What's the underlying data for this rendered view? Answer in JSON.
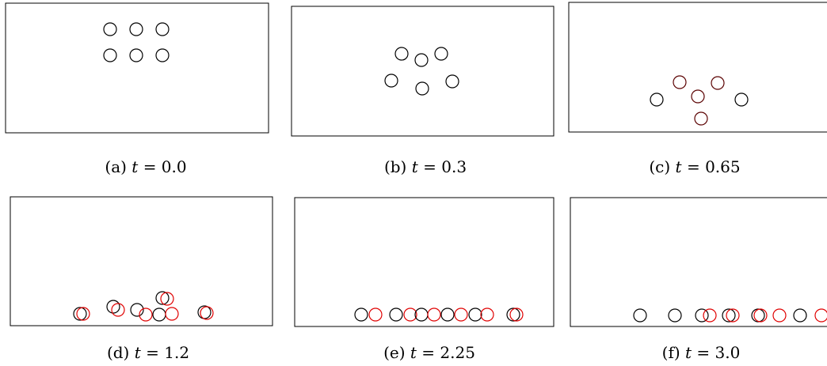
{
  "figure": {
    "panels": [
      {
        "id": "a",
        "caption": "(a) t = 0.0",
        "caption_prefix": "(a)",
        "caption_var": "t",
        "caption_eq": "= 0.0",
        "circles": [
          {
            "color": "#000000"
          },
          {
            "color": "#000000"
          },
          {
            "color": "#000000"
          },
          {
            "color": "#000000"
          },
          {
            "color": "#000000"
          },
          {
            "color": "#000000"
          }
        ]
      },
      {
        "id": "b",
        "caption": "(b) t = 0.3",
        "caption_prefix": "(b)",
        "caption_var": "t",
        "caption_eq": "= 0.3",
        "circles": [
          {
            "color": "#000000"
          },
          {
            "color": "#000000"
          },
          {
            "color": "#000000"
          },
          {
            "color": "#000000"
          },
          {
            "color": "#000000"
          },
          {
            "color": "#000000"
          }
        ]
      },
      {
        "id": "c",
        "caption": "(c) t = 0.65",
        "caption_prefix": "(c)",
        "caption_var": "t",
        "caption_eq": "= 0.65",
        "circles": [
          {
            "color": "#5a0000"
          },
          {
            "color": "#5a0000"
          },
          {
            "color": "#5a0000"
          },
          {
            "color": "#000000"
          },
          {
            "color": "#000000"
          },
          {
            "color": "#5a0000"
          }
        ]
      },
      {
        "id": "d",
        "caption": "(d) t = 1.2",
        "caption_prefix": "(d)",
        "caption_var": "t",
        "caption_eq": "= 1.2",
        "circles": [
          {
            "color": "#000000"
          },
          {
            "color": "#e00000"
          },
          {
            "color": "#000000"
          },
          {
            "color": "#e00000"
          },
          {
            "color": "#000000"
          },
          {
            "color": "#e00000"
          },
          {
            "color": "#000000"
          },
          {
            "color": "#e00000"
          },
          {
            "color": "#000000"
          },
          {
            "color": "#e00000"
          },
          {
            "color": "#000000"
          },
          {
            "color": "#e00000"
          }
        ]
      },
      {
        "id": "e",
        "caption": "(e) t = 2.25",
        "caption_prefix": "(e)",
        "caption_var": "t",
        "caption_eq": "= 2.25",
        "circles": [
          {
            "color": "#000000"
          },
          {
            "color": "#e00000"
          },
          {
            "color": "#000000"
          },
          {
            "color": "#e00000"
          },
          {
            "color": "#000000"
          },
          {
            "color": "#e00000"
          },
          {
            "color": "#000000"
          },
          {
            "color": "#e00000"
          },
          {
            "color": "#000000"
          },
          {
            "color": "#e00000"
          },
          {
            "color": "#000000"
          },
          {
            "color": "#e00000"
          }
        ]
      },
      {
        "id": "f",
        "caption": "(f) t = 3.0",
        "caption_prefix": "(f)",
        "caption_var": "t",
        "caption_eq": "= 3.0",
        "circles": [
          {
            "color": "#000000"
          },
          {
            "color": "#000000"
          },
          {
            "color": "#000000"
          },
          {
            "color": "#e00000"
          },
          {
            "color": "#000000"
          },
          {
            "color": "#e00000"
          },
          {
            "color": "#000000"
          },
          {
            "color": "#e00000"
          },
          {
            "color": "#e00000"
          },
          {
            "color": "#000000"
          },
          {
            "color": "#e00000"
          }
        ]
      }
    ]
  }
}
